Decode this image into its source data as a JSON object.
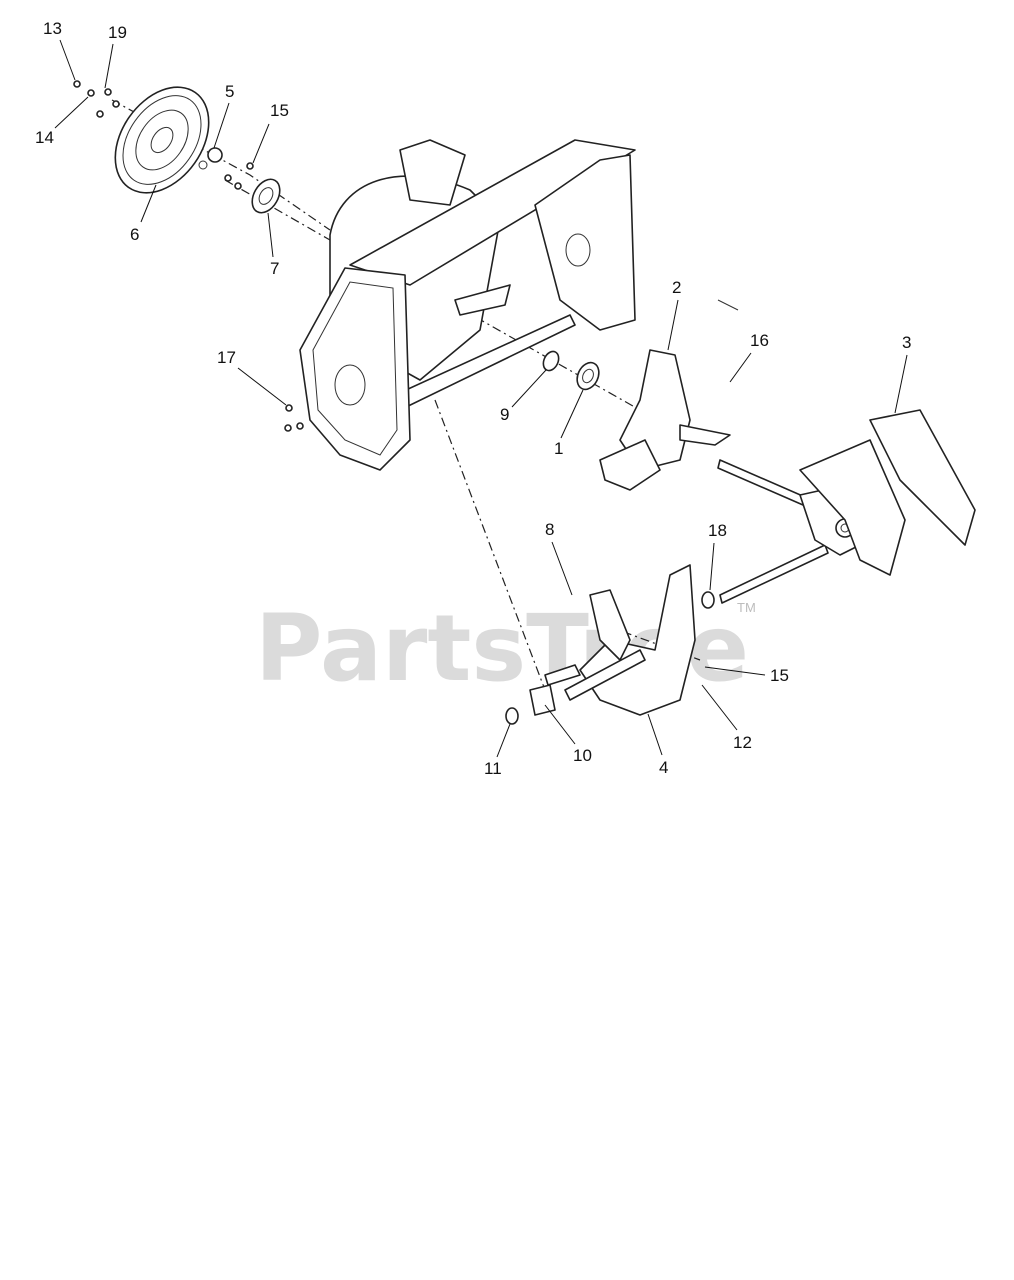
{
  "watermark": {
    "text": "PartsTree",
    "trademark": "TM"
  },
  "callouts": [
    {
      "id": "c13",
      "label": "13"
    },
    {
      "id": "c19",
      "label": "19"
    },
    {
      "id": "c14",
      "label": "14"
    },
    {
      "id": "c5",
      "label": "5"
    },
    {
      "id": "c15a",
      "label": "15"
    },
    {
      "id": "c6",
      "label": "6"
    },
    {
      "id": "c7",
      "label": "7"
    },
    {
      "id": "c2",
      "label": "2"
    },
    {
      "id": "c16",
      "label": "16"
    },
    {
      "id": "c3",
      "label": "3"
    },
    {
      "id": "c17",
      "label": "17"
    },
    {
      "id": "c9",
      "label": "9"
    },
    {
      "id": "c1",
      "label": "1"
    },
    {
      "id": "c8",
      "label": "8"
    },
    {
      "id": "c18",
      "label": "18"
    },
    {
      "id": "c15b",
      "label": "15"
    },
    {
      "id": "c12",
      "label": "12"
    },
    {
      "id": "c10",
      "label": "10"
    },
    {
      "id": "c4",
      "label": "4"
    },
    {
      "id": "c11",
      "label": "11"
    }
  ]
}
